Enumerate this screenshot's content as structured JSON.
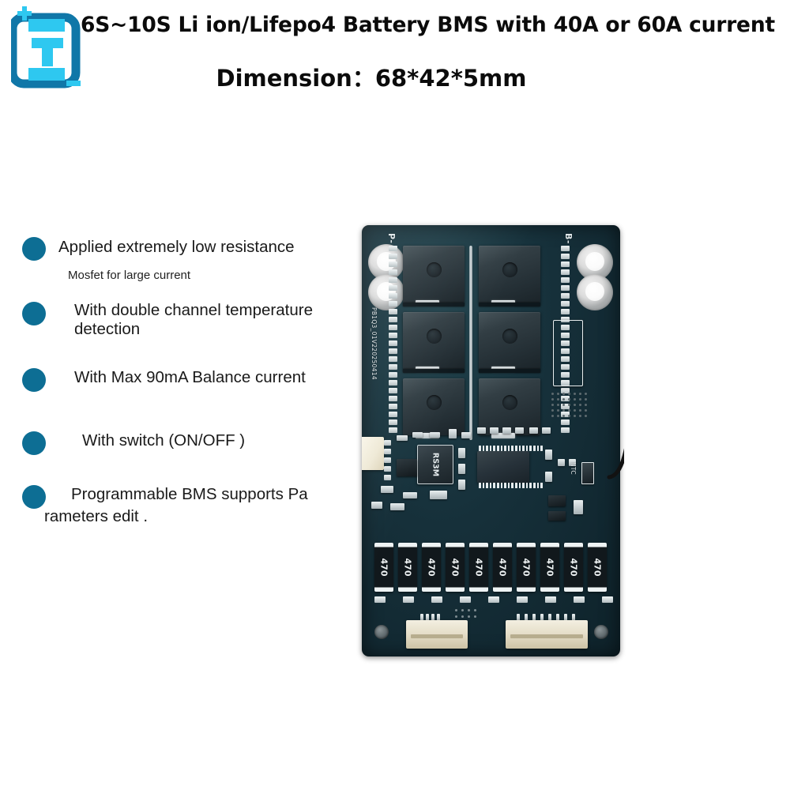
{
  "header": {
    "logo_name": "battery-logo",
    "logo_letter": "T",
    "logo_plus": "+",
    "logo_minus": "-",
    "title": "6S~10S Li ion/Lifepo4 Battery BMS with 40A or 60A current",
    "dimension": "Dimension：68*42*5mm"
  },
  "colors": {
    "bullet": "#0d6e94",
    "logo_dark": "#1077a8",
    "logo_light": "#2ec8f0",
    "pcb": "#16303a",
    "text": "#1a1a1a"
  },
  "features": [
    {
      "text": "Applied extremely low resistance",
      "sub": "Mosfet for large current"
    },
    {
      "text": "With double channel temperature detection",
      "sub": ""
    },
    {
      "text": "With Max 90mA Balance current",
      "sub": ""
    },
    {
      "text": "With switch (ON/OFF )",
      "sub": ""
    },
    {
      "text": "Programmable BMS supports Parameters edit .",
      "sub": ""
    }
  ],
  "feature_lines": {
    "f1_l1": "Applied extremely low resistance",
    "f1_sub": "Mosfet for large current",
    "f2_l1": "With double channel temperature",
    "f2_l2": "detection",
    "f3_l1": "With Max 90mA Balance current",
    "f4_l1": "With switch (ON/OFF )",
    "f5_l1": "Programmable BMS supports Pa",
    "f5_l2": "rameters edit ."
  },
  "board": {
    "name": "bms-pcb",
    "silkscreen_part": "PB1Q3_01V220250414",
    "label_p_minus": "P-",
    "label_b_minus": "B-",
    "label_ntc": "NTC",
    "diode_marking": "RS3M",
    "mosfet_count": 6,
    "balance_resistor_value": "470",
    "balance_resistor_count": 10,
    "connectors": [
      {
        "name": "balance-connector-4pin",
        "pins": 4
      },
      {
        "name": "balance-connector-8pin",
        "pins": 8
      },
      {
        "name": "side-connector",
        "pins": 5
      }
    ]
  }
}
